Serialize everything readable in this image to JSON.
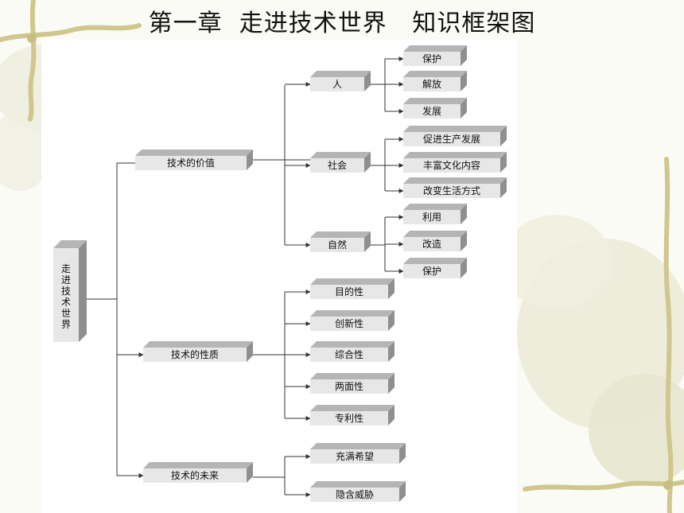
{
  "title": "第一章  走进技术世界   知识框架图",
  "root": {
    "label": "走进技术世界"
  },
  "level1": [
    {
      "label": "技术的价值"
    },
    {
      "label": "技术的性质"
    },
    {
      "label": "技术的未来"
    }
  ],
  "level2_value": [
    {
      "label": "人"
    },
    {
      "label": "社会"
    },
    {
      "label": "自然"
    }
  ],
  "leaves_person": [
    "保护",
    "解放",
    "发展"
  ],
  "leaves_society": [
    "促进生产发展",
    "丰富文化内容",
    "改变生活方式"
  ],
  "leaves_nature": [
    "利用",
    "改造",
    "保护"
  ],
  "leaves_nature_of_tech": [
    "目的性",
    "创新性",
    "综合性",
    "两面性",
    "专利性"
  ],
  "leaves_future": [
    "充满希望",
    "隐含威胁"
  ],
  "colors": {
    "box_front": "#e7e7e7",
    "box_top": "#b5b5b5",
    "box_side": "#8f8f8f",
    "line": "#333333",
    "decor_vine": "#c9c28a"
  }
}
